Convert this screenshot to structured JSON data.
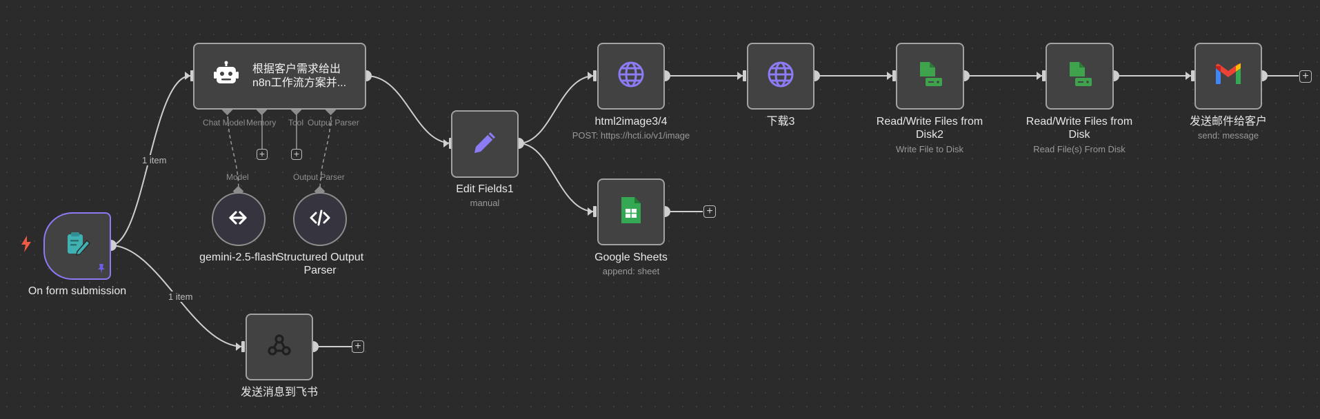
{
  "nodes": {
    "form_trigger": {
      "label": "On form submission"
    },
    "ai_agent": {
      "title_line1": "根据客户需求给出",
      "title_line2": "n8n工作流方案并..."
    },
    "gemini": {
      "label": "gemini-2.5-flash"
    },
    "parser": {
      "label_line1": "Structured Output",
      "label_line2": "Parser"
    },
    "edit_fields": {
      "label": "Edit Fields1",
      "subtitle": "manual"
    },
    "html2image": {
      "label": "html2image3/4",
      "subtitle": "POST: https://hcti.io/v1/image"
    },
    "google_sheets": {
      "label": "Google Sheets",
      "subtitle": "append: sheet"
    },
    "download": {
      "label": "下载3"
    },
    "rw_files_2": {
      "label_line1": "Read/Write Files from",
      "label_line2": "Disk2",
      "subtitle": "Write File to Disk"
    },
    "rw_files": {
      "label_line1": "Read/Write Files from",
      "label_line2": "Disk",
      "subtitle": "Read File(s) From Disk"
    },
    "gmail": {
      "label": "发送邮件给客户",
      "subtitle": "send: message"
    },
    "feishu": {
      "label": "发送消息到飞书"
    }
  },
  "agent_ports": {
    "chat_model": "Chat Model",
    "memory": "Memory",
    "tool": "Tool",
    "output_parser": "Output Parser",
    "model_connector": "Model",
    "parser_connector": "Output Parser"
  },
  "edges": {
    "upper_count": "1 item",
    "lower_count": "1 item"
  },
  "icons": {
    "trigger_bolt": "lightning-icon",
    "form": "form-icon",
    "agent": "robot-icon",
    "model": "gemini-icon",
    "parser": "code-icon",
    "edit": "pencil-icon",
    "http": "globe-icon",
    "sheets": "sheets-icon",
    "files": "file-disk-icon",
    "gmail": "gmail-icon",
    "webhook": "webhook-icon"
  },
  "colors": {
    "canvas": "#2b2b2b",
    "node_bg": "#424242",
    "node_border": "#a3a3a3",
    "trigger_border": "#8b7cf6",
    "accent_purple": "#8b7cf6",
    "teal": "#3fb1b3",
    "green": "#34a853",
    "bolt": "#ef5a45"
  }
}
